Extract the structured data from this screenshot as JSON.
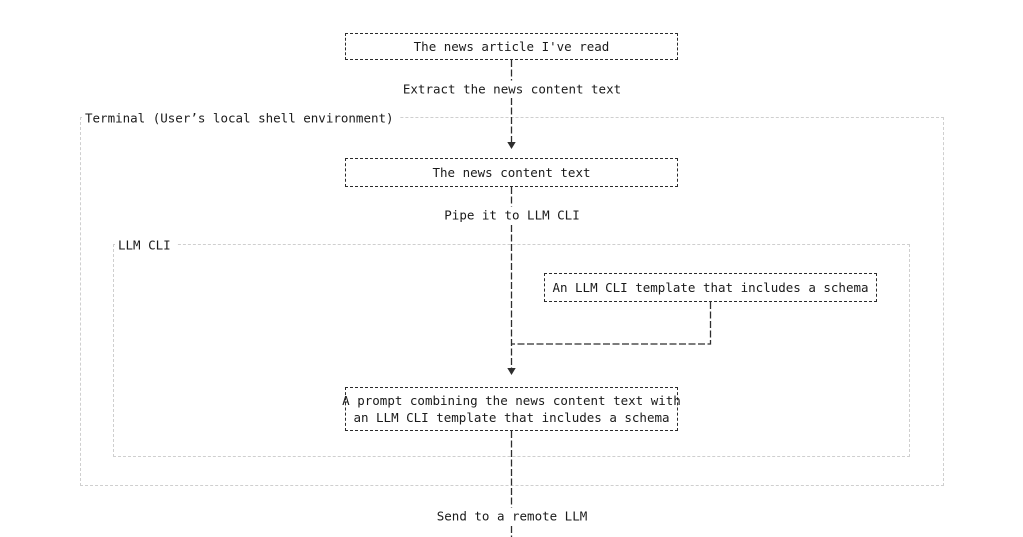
{
  "diagram": {
    "nodes": {
      "article": {
        "label": "The news article I've read"
      },
      "content": {
        "label": "The news content text"
      },
      "template": {
        "label": "An LLM CLI template that includes a schema"
      },
      "prompt": {
        "label_line1": "A prompt combining the news content text with",
        "label_line2": "an LLM CLI template that includes a schema"
      }
    },
    "groups": {
      "terminal": {
        "label": "Terminal (User’s local shell environment)"
      },
      "llm_cli": {
        "label": "LLM CLI"
      }
    },
    "edges": {
      "extract": {
        "label": "Extract the news content text"
      },
      "pipe": {
        "label": "Pipe it to LLM CLI"
      },
      "send": {
        "label": "Send to a remote LLM"
      }
    },
    "colors": {
      "node_border": "#2a2a2a",
      "group_border": "#cfcfcf",
      "edge": "#2e2e2e",
      "text": "#1a1a1a",
      "background": "#ffffff"
    }
  }
}
